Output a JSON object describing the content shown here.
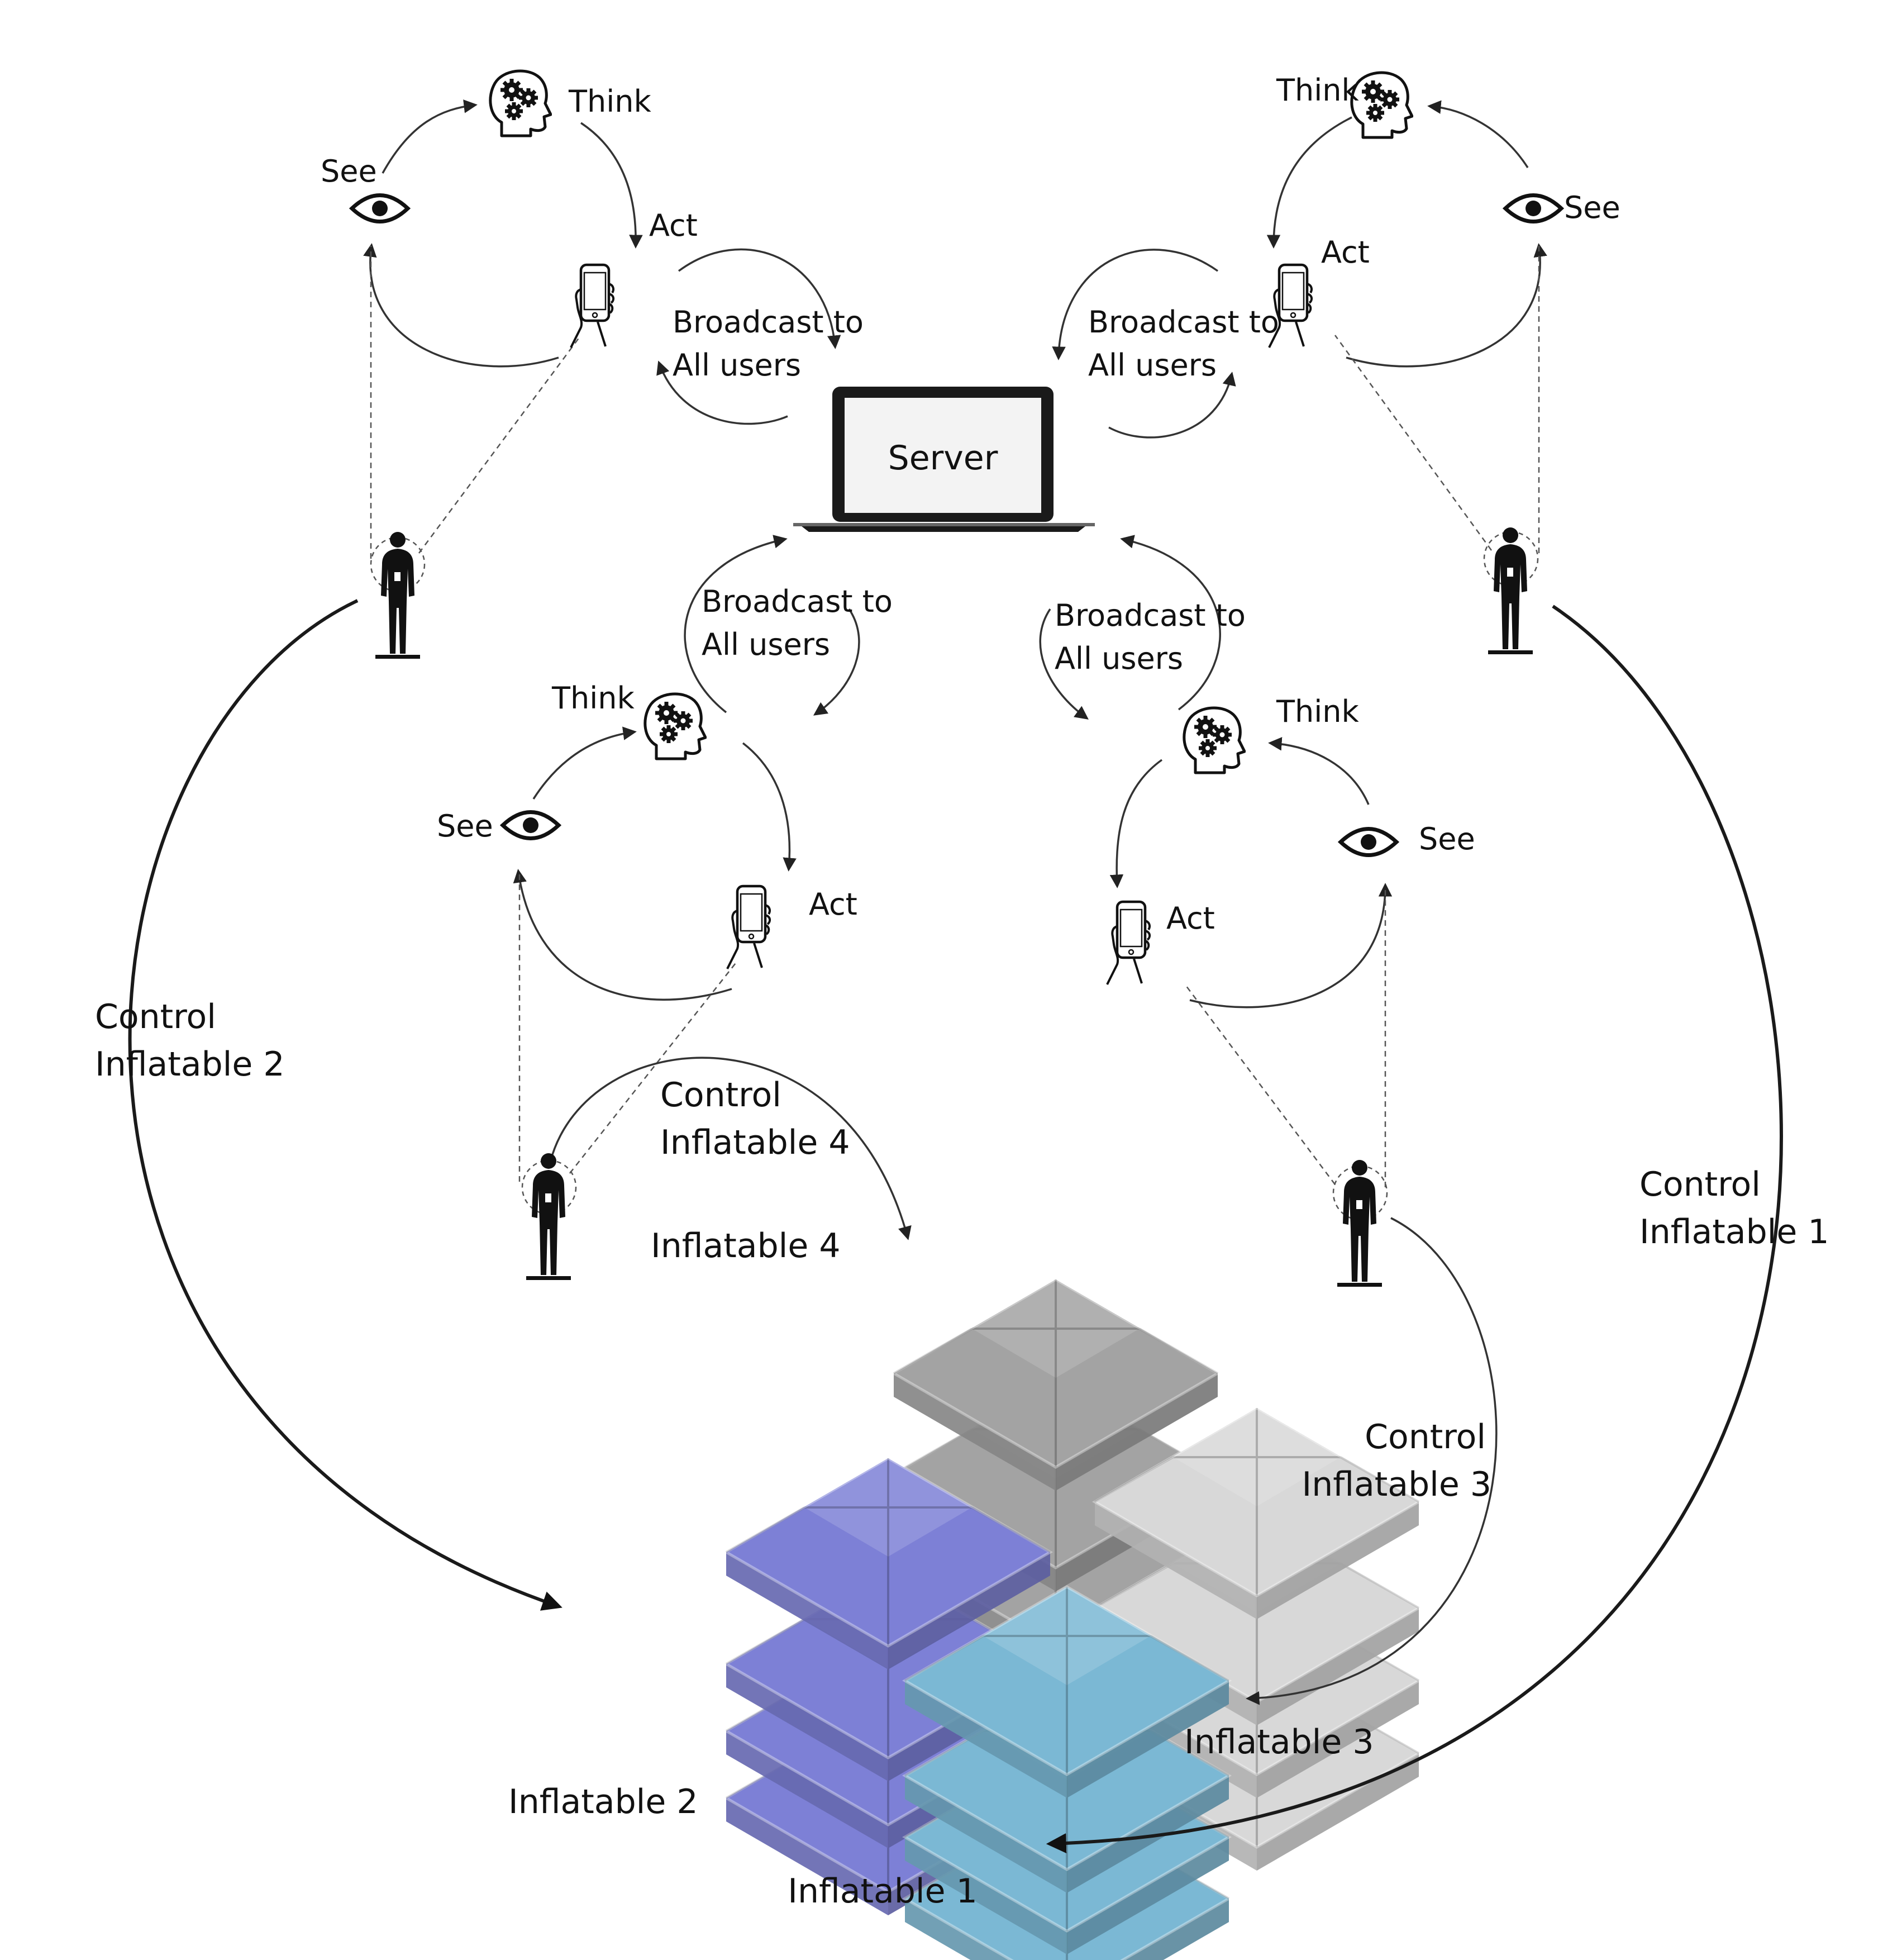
{
  "colors": {
    "inflatable_1": "#7bb8d4",
    "inflatable_2": "#7d80d6",
    "inflatable_3": "#d8d8d8",
    "inflatable_4": "#a3a3a3",
    "line": "#333333"
  },
  "icons": [
    "brain-gears-icon",
    "eye-icon",
    "hand-phone-icon",
    "laptop-icon",
    "person-icon"
  ],
  "server": {
    "label": "Server"
  },
  "loops": [
    {
      "think": "Think",
      "see": "See",
      "act": "Act",
      "broadcast_line1": "Broadcast to",
      "broadcast_line2": "All users"
    },
    {
      "think": "Think",
      "see": "See",
      "act": "Act",
      "broadcast_line1": "Broadcast to",
      "broadcast_line2": "All users"
    },
    {
      "think": "Think",
      "see": "See",
      "act": "Act",
      "broadcast_line1": "Broadcast to",
      "broadcast_line2": "All users"
    },
    {
      "think": "Think",
      "see": "See",
      "act": "Act",
      "broadcast_line1": "Broadcast to",
      "broadcast_line2": "All users"
    }
  ],
  "controls": {
    "c1_line1": "Control",
    "c1_line2": "Inflatable 1",
    "c2_line1": "Control",
    "c2_line2": "Inflatable 2",
    "c3_line1": "Control",
    "c3_line2": "Inflatable 3",
    "c4_line1": "Control",
    "c4_line2": "Inflatable 4"
  },
  "inflatables": {
    "i1": "Inflatable 1",
    "i2": "Inflatable 2",
    "i3": "Inflatable 3",
    "i4": "Inflatable 4"
  }
}
